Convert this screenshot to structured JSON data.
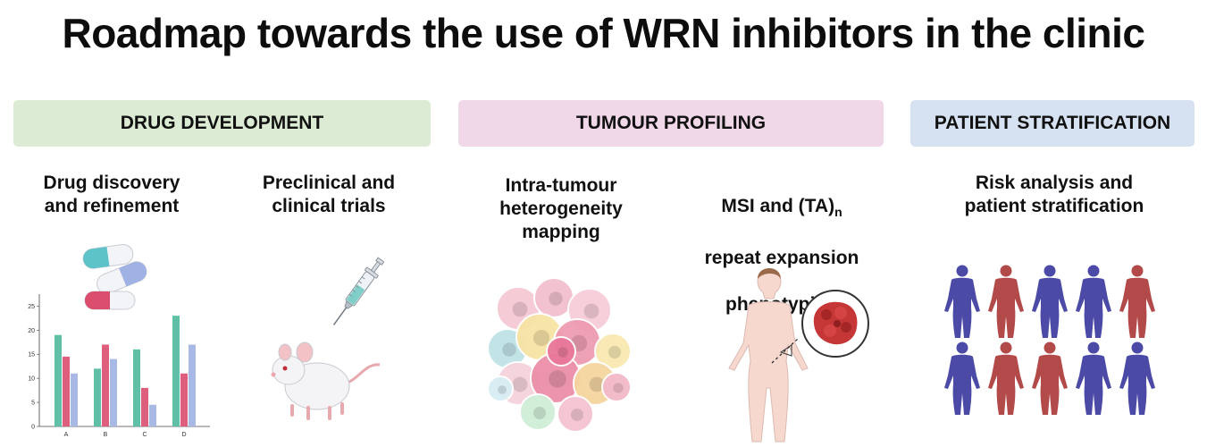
{
  "title": "Roadmap towards the use of WRN inhibitors in the clinic",
  "banners": {
    "drug_development": "DRUG DEVELOPMENT",
    "tumour_profiling": "TUMOUR PROFILING",
    "patient_stratification": "PATIENT STRATIFICATION"
  },
  "steps": {
    "drug_discovery": "Drug discovery\nand refinement",
    "preclinical": "Preclinical and\nclinical trials",
    "heterogeneity": "Intra-tumour\nheterogeneity\nmapping",
    "msi_line1_a": "MSI and (TA)",
    "msi_line1_sub": "n",
    "msi_line2": "repeat expansion",
    "msi_line3": "phenotyping",
    "risk": "Risk analysis and\npatient stratification"
  },
  "colors": {
    "green_banner": "#dcebd3",
    "pink_banner": "#f1d8e8",
    "blue_banner": "#d6e2f1",
    "bar_teal": "#5fbfa7",
    "bar_pink": "#de5f7d",
    "bar_lavender": "#a8b9e6",
    "figure_blue": "#4b4aa6",
    "figure_red": "#b34a4a"
  },
  "chart_data": {
    "type": "bar",
    "categories": [
      "A",
      "B",
      "C",
      "D"
    ],
    "series": [
      {
        "values": [
          19,
          12,
          16,
          23
        ]
      },
      {
        "values": [
          14.5,
          17,
          8,
          11
        ]
      },
      {
        "values": [
          11,
          14,
          4.5,
          17
        ]
      }
    ],
    "yticks": [
      "0",
      "5",
      "10",
      "15",
      "20",
      "25"
    ],
    "ylim": [
      0,
      26
    ]
  },
  "stratification_figures": [
    "blue",
    "red",
    "blue",
    "blue",
    "red",
    "blue",
    "red",
    "red",
    "blue",
    "blue"
  ]
}
